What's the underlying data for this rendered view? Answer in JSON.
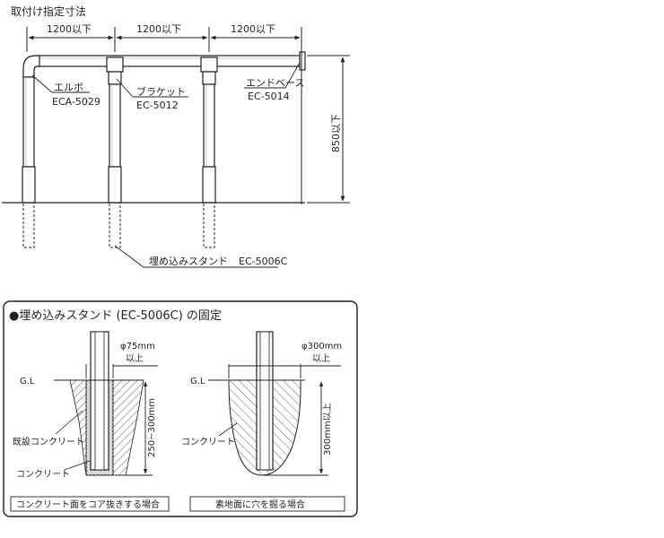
{
  "main_diagram": {
    "title": "取付け指定寸法",
    "spacing_labels": [
      "1200以下",
      "1200以下",
      "1200以下"
    ],
    "height_label": "850以下",
    "parts": {
      "elbow": {
        "name": "エルボ",
        "code": "ECA-5029"
      },
      "bracket": {
        "name": "ブラケット",
        "code": "EC-5012"
      },
      "end_base": {
        "name": "エンドベース",
        "code": "EC-5014"
      },
      "stand": {
        "name": "埋め込みスタンド",
        "code": "EC-5006C"
      }
    }
  },
  "fixing_panel": {
    "title": "●埋め込みスタンド (EC-5006C) の固定",
    "case_core": {
      "gl": "G.L",
      "diameter_line1": "φ75mm",
      "diameter_line2": "以上",
      "depth": "250~300mm",
      "existing_concrete": "既設コンクリート",
      "concrete": "コンクリート",
      "caption": "コンクリート面をコア抜きする場合"
    },
    "case_ground": {
      "gl": "G.L",
      "diameter_line1": "φ300mm",
      "diameter_line2": "以上",
      "depth": "300mm以上",
      "concrete": "コンクリート",
      "caption": "素地面に穴を掘る場合"
    }
  }
}
